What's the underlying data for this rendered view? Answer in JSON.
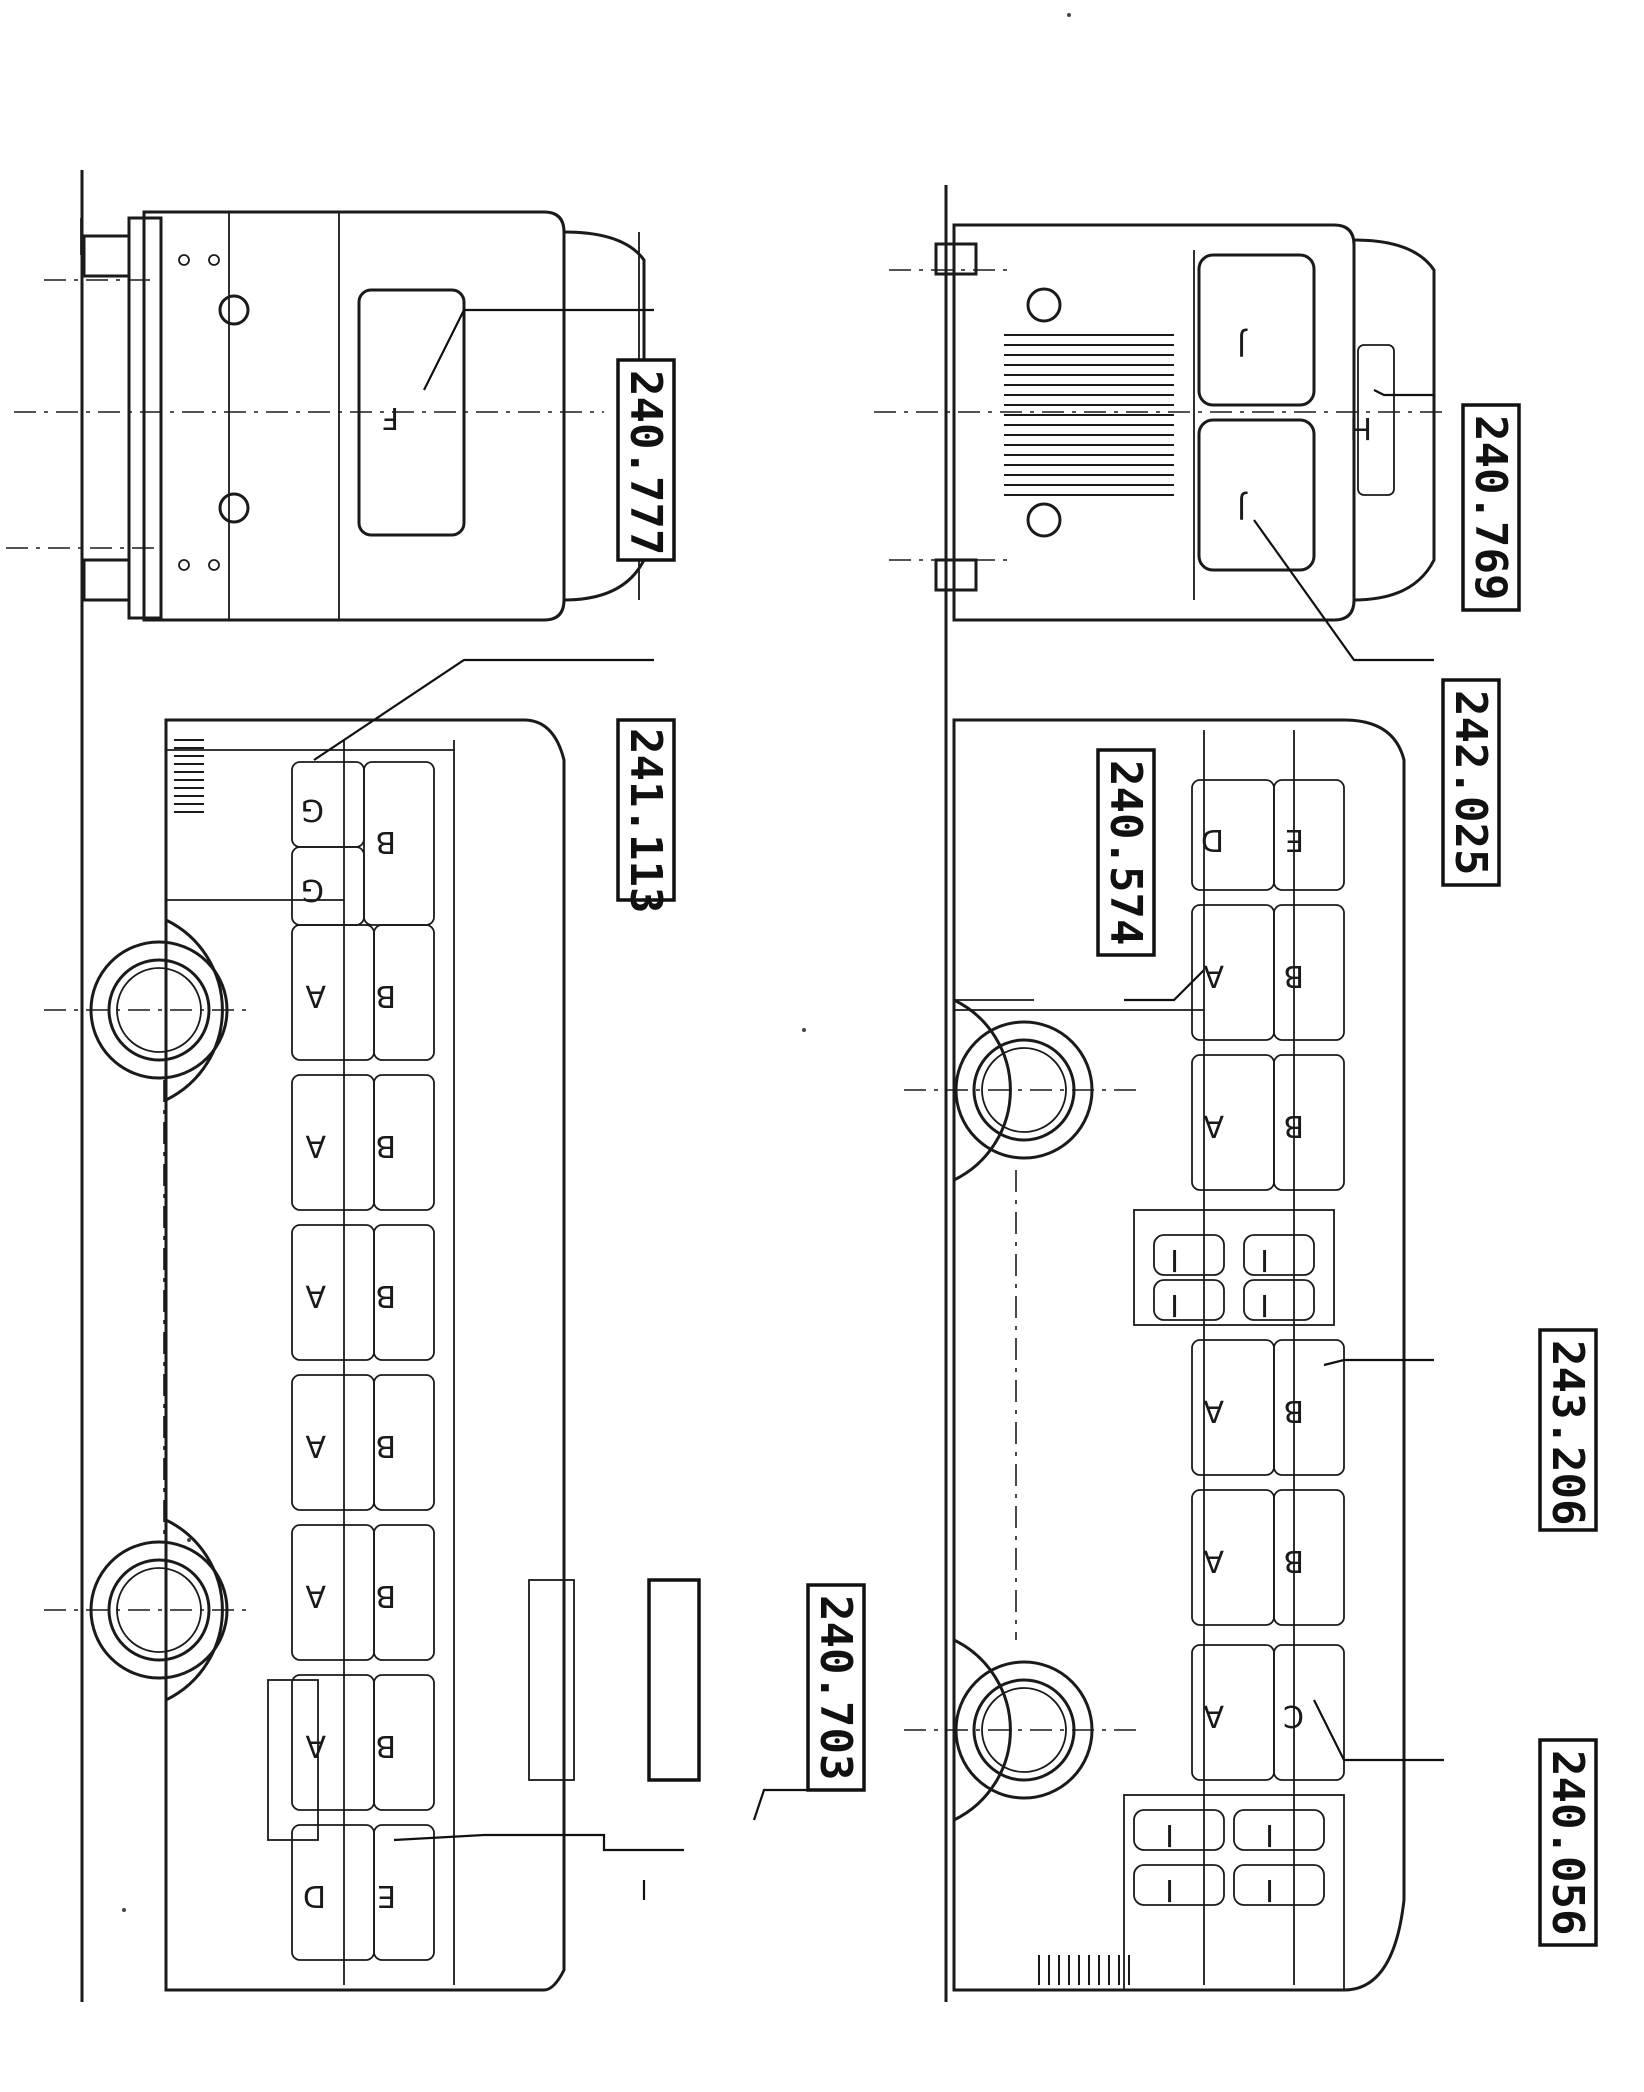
{
  "page": {
    "background": "#ffffff",
    "ink": "#1a1a1a"
  },
  "references": {
    "left_front": "240.777",
    "left_roof": "241.113",
    "right_front_h": "240.769",
    "right_front_j": "242.025",
    "right_top_window": "240.574",
    "right_mid_vent": "243.206",
    "right_hatch": "240.703",
    "right_corner": "240.056"
  },
  "panel_letters": {
    "a": "A",
    "b": "B",
    "c": "C",
    "d": "D",
    "e": "E",
    "f": "F",
    "g": "G",
    "h": "H",
    "i": "I",
    "j": "J"
  }
}
